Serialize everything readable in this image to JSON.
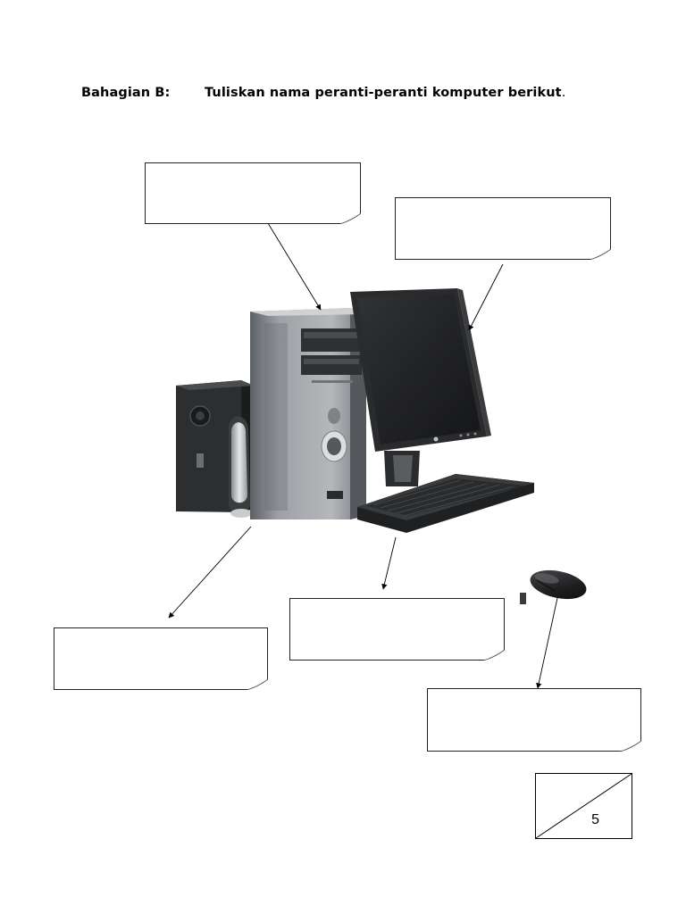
{
  "heading": {
    "section": "Bahagian B:",
    "instruction": "Tuliskan nama peranti-peranti komputer berikut",
    "period": "."
  },
  "answer_boxes": [
    {
      "id": "system-unit",
      "answer": ""
    },
    {
      "id": "monitor",
      "answer": ""
    },
    {
      "id": "speaker",
      "answer": ""
    },
    {
      "id": "keyboard",
      "answer": ""
    },
    {
      "id": "mouse",
      "answer": ""
    }
  ],
  "score": {
    "max_marks": "5"
  },
  "colors": {
    "outline": "#222222",
    "case_gray": "#8a8d90",
    "dark_gray": "#3a3b3d"
  },
  "icons": [
    "computer-system-illustration",
    "mouse-illustration"
  ]
}
